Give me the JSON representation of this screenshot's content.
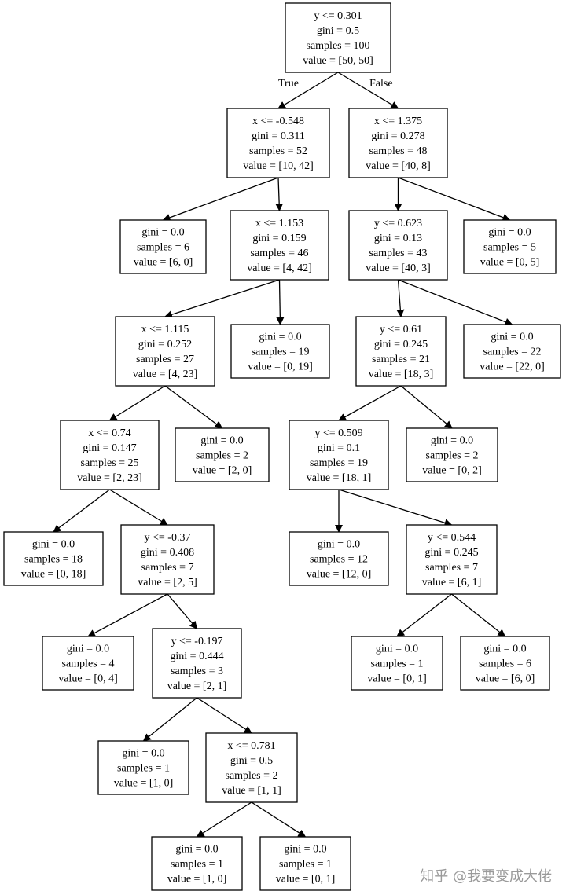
{
  "tree": {
    "nodes": [
      {
        "id": "n0",
        "lines": [
          "y <= 0.301",
          "gini = 0.5",
          "samples = 100",
          "value = [50, 50]"
        ]
      },
      {
        "id": "n1",
        "lines": [
          "x <= -0.548",
          "gini = 0.311",
          "samples = 52",
          "value = [10, 42]"
        ]
      },
      {
        "id": "n2",
        "lines": [
          "x <= 1.375",
          "gini = 0.278",
          "samples = 48",
          "value = [40, 8]"
        ]
      },
      {
        "id": "n3",
        "lines": [
          "gini = 0.0",
          "samples = 6",
          "value = [6, 0]"
        ]
      },
      {
        "id": "n4",
        "lines": [
          "x <= 1.153",
          "gini = 0.159",
          "samples = 46",
          "value = [4, 42]"
        ]
      },
      {
        "id": "n5",
        "lines": [
          "y <= 0.623",
          "gini = 0.13",
          "samples = 43",
          "value = [40, 3]"
        ]
      },
      {
        "id": "n6",
        "lines": [
          "gini = 0.0",
          "samples = 5",
          "value = [0, 5]"
        ]
      },
      {
        "id": "n7",
        "lines": [
          "x <= 1.115",
          "gini = 0.252",
          "samples = 27",
          "value = [4, 23]"
        ]
      },
      {
        "id": "n8",
        "lines": [
          "gini = 0.0",
          "samples = 19",
          "value = [0, 19]"
        ]
      },
      {
        "id": "n9",
        "lines": [
          "y <= 0.61",
          "gini = 0.245",
          "samples = 21",
          "value = [18, 3]"
        ]
      },
      {
        "id": "n10",
        "lines": [
          "gini = 0.0",
          "samples = 22",
          "value = [22, 0]"
        ]
      },
      {
        "id": "n11",
        "lines": [
          "x <= 0.74",
          "gini = 0.147",
          "samples = 25",
          "value = [2, 23]"
        ]
      },
      {
        "id": "n12",
        "lines": [
          "gini = 0.0",
          "samples = 2",
          "value = [2, 0]"
        ]
      },
      {
        "id": "n13",
        "lines": [
          "y <= 0.509",
          "gini = 0.1",
          "samples = 19",
          "value = [18, 1]"
        ]
      },
      {
        "id": "n14",
        "lines": [
          "gini = 0.0",
          "samples = 2",
          "value = [0, 2]"
        ]
      },
      {
        "id": "n15",
        "lines": [
          "gini = 0.0",
          "samples = 18",
          "value = [0, 18]"
        ]
      },
      {
        "id": "n16",
        "lines": [
          "y <= -0.37",
          "gini = 0.408",
          "samples = 7",
          "value = [2, 5]"
        ]
      },
      {
        "id": "n17",
        "lines": [
          "gini = 0.0",
          "samples = 12",
          "value = [12, 0]"
        ]
      },
      {
        "id": "n18",
        "lines": [
          "y <= 0.544",
          "gini = 0.245",
          "samples = 7",
          "value = [6, 1]"
        ]
      },
      {
        "id": "n19",
        "lines": [
          "gini = 0.0",
          "samples = 4",
          "value = [0, 4]"
        ]
      },
      {
        "id": "n20",
        "lines": [
          "y <= -0.197",
          "gini = 0.444",
          "samples = 3",
          "value = [2, 1]"
        ]
      },
      {
        "id": "n21",
        "lines": [
          "gini = 0.0",
          "samples = 1",
          "value = [0, 1]"
        ]
      },
      {
        "id": "n22",
        "lines": [
          "gini = 0.0",
          "samples = 6",
          "value = [6, 0]"
        ]
      },
      {
        "id": "n23",
        "lines": [
          "gini = 0.0",
          "samples = 1",
          "value = [1, 0]"
        ]
      },
      {
        "id": "n24",
        "lines": [
          "x <= 0.781",
          "gini = 0.5",
          "samples = 2",
          "value = [1, 1]"
        ]
      },
      {
        "id": "n25",
        "lines": [
          "gini = 0.0",
          "samples = 1",
          "value = [1, 0]"
        ]
      },
      {
        "id": "n26",
        "lines": [
          "gini = 0.0",
          "samples = 1",
          "value = [0, 1]"
        ]
      }
    ],
    "edges": [
      {
        "from": "n0",
        "to": "n1",
        "label": "True"
      },
      {
        "from": "n0",
        "to": "n2",
        "label": "False"
      },
      {
        "from": "n1",
        "to": "n3",
        "label": ""
      },
      {
        "from": "n1",
        "to": "n4",
        "label": ""
      },
      {
        "from": "n2",
        "to": "n5",
        "label": ""
      },
      {
        "from": "n2",
        "to": "n6",
        "label": ""
      },
      {
        "from": "n4",
        "to": "n7",
        "label": ""
      },
      {
        "from": "n4",
        "to": "n8",
        "label": ""
      },
      {
        "from": "n5",
        "to": "n9",
        "label": ""
      },
      {
        "from": "n5",
        "to": "n10",
        "label": ""
      },
      {
        "from": "n7",
        "to": "n11",
        "label": ""
      },
      {
        "from": "n7",
        "to": "n12",
        "label": ""
      },
      {
        "from": "n9",
        "to": "n13",
        "label": ""
      },
      {
        "from": "n9",
        "to": "n14",
        "label": ""
      },
      {
        "from": "n11",
        "to": "n15",
        "label": ""
      },
      {
        "from": "n11",
        "to": "n16",
        "label": ""
      },
      {
        "from": "n13",
        "to": "n17",
        "label": ""
      },
      {
        "from": "n13",
        "to": "n18",
        "label": ""
      },
      {
        "from": "n16",
        "to": "n19",
        "label": ""
      },
      {
        "from": "n16",
        "to": "n20",
        "label": ""
      },
      {
        "from": "n18",
        "to": "n21",
        "label": ""
      },
      {
        "from": "n18",
        "to": "n22",
        "label": ""
      },
      {
        "from": "n20",
        "to": "n23",
        "label": ""
      },
      {
        "from": "n20",
        "to": "n24",
        "label": ""
      },
      {
        "from": "n24",
        "to": "n25",
        "label": ""
      },
      {
        "from": "n24",
        "to": "n26",
        "label": ""
      }
    ]
  },
  "watermark": "知乎 @我要变成大佬"
}
